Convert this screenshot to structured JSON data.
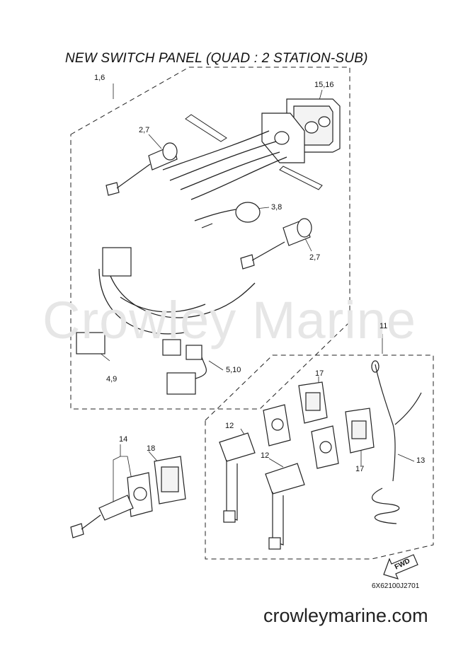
{
  "title": "NEW SWITCH PANEL (QUAD : 2 STATION-SUB)",
  "watermark": "Crowley Marine",
  "diagram_code": "6X62100J2701",
  "site": "crowleymarine.com",
  "fwd_label": "FWD",
  "callouts": {
    "c1_6": "1,6",
    "c15_16": "15,16",
    "c2_7_top": "2,7",
    "c3_8": "3,8",
    "c2_7_right": "2,7",
    "c4_9": "4,9",
    "c5_10": "5,10",
    "c11": "11",
    "c17_top": "17",
    "c12_left": "12",
    "c12_mid": "12",
    "c13": "13",
    "c17_bottom": "17",
    "c14": "14",
    "c18": "18"
  }
}
